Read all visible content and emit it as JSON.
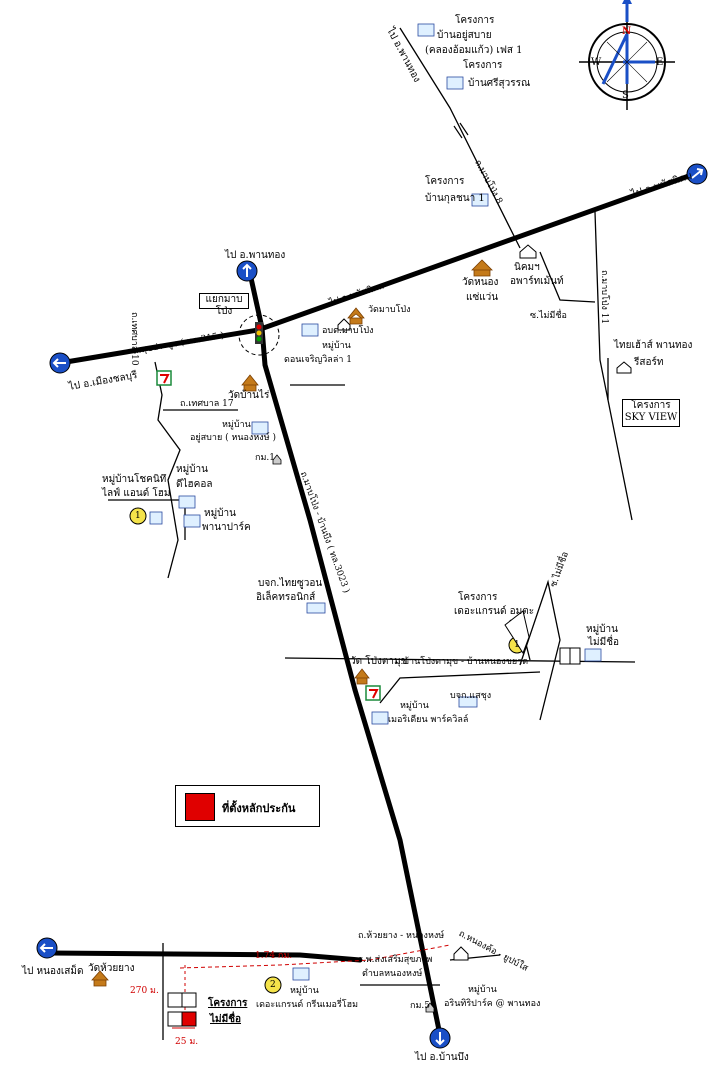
{
  "compass": {
    "n": "N",
    "s": "S",
    "e": "E",
    "w": "W"
  },
  "routes": {
    "to_phan_thong_top": "ไป อ.พานทอง",
    "to_phanat_nikhom": "ไป อ.พนัสนิคม",
    "to_mueang_chonburi": "ไป อ.เมืองชลบุรี",
    "to_ban_bueng": "ไป อ.บ้านบึง",
    "to_nong_saep": "ไป หนองเสม็ด",
    "to_phan_thong_left": "ไป อ.พานทอง"
  },
  "roads": {
    "mab_pong_8": "ถ.มาบโป่ง 8",
    "phanat_nikhom_road": "ไป อ.พนัสนิคม",
    "sukhaprayoon": "ถ.สุขประยูร ( ทล.315 )",
    "thetsaban10": "ถ.เทศบาล 10",
    "thetsaban17": "ถ.เทศบาล 17",
    "mab_pong_11": "ถ.มาบโป่ง 11",
    "mab_pong_ban_bueng": "ถ.มาบโป่ง - บ้านบึง ( ทล.3023 )",
    "soi_no_name_right": "ซ.ไม่มีชื่อ",
    "soi_no_name_mid": "ซ.ไม่มีชื่อ",
    "ban_pong_ngam": "ถ.บ้านโป่งตามุข - บ้านหนองขยาด",
    "huai_yang_nong_hong": "ถ.ห้วยยาง - หนองหงษ์",
    "ban_nong_khae": "ถ.หนองค้อ - ยูปบ์ใส"
  },
  "places": {
    "proj_ban_yu_sabai": "โครงการ",
    "proj_ban_yu_sabai2": "บ้านอยู่สบาย",
    "proj_ban_yu_sabai3": "(คลองอ้อมแก้ว) เฟส 1",
    "proj_sri_suwan": "โครงการ",
    "proj_sri_suwan2": "บ้านศรีสุวรรณ",
    "proj_kunchana": "โครงการ",
    "proj_kunchana2": "บ้านกุลชนา 1",
    "wat_nong_khae": "วัดหนอง",
    "wat_nong_khae2": "แซ่แว่น",
    "nikhom": "นิคมฯ",
    "nikhom2": "อพาร์ทเม้นท์",
    "yaek_mab_pong": "แยกมาบโป่ง",
    "wat_mab_pong": "วัดมาบโป่ง",
    "school_mab_pong": "อบต.มาบโป่ง",
    "village_don_charoen": "หมู่บ้าน",
    "village_don_charoen2": "ดอนเจริญวิลล่า 1",
    "wat_ban_rai": "วัดบ้านไร่",
    "village_yu_sabai": "หมู่บ้าน",
    "village_yu_sabai2": "อยู่สบาย ( หนองหงษ์ )",
    "km1": "กม.1",
    "village_chaiyo": "หมู่บ้านโชคนิทึ",
    "village_chaiyo2": "ไลฟ์ แอนด์ โฮม",
    "village_di_hotel": "หมู่บ้าน",
    "village_di_hotel2": "ดีไฮคอล",
    "village_phana": "หมู่บ้าน",
    "village_phana2": "พานาปาร์ค",
    "thai_resort": "ไทยเฮ้าส์ พานทอง",
    "thai_resort2": "รีสอร์ท",
    "sky_view": "โครงการ",
    "sky_view2": "SKY VIEW",
    "thai_auto": "บจก.ไทยซูวอน",
    "thai_auto2": "อิเล็คทรอนิกส์",
    "grand_emerald": "โครงการ",
    "grand_emerald2": "เดอะแกรนด์ อมตะ",
    "village_no_name": "หมู่บ้าน",
    "village_no_name2": "ไม่มีชื่อ",
    "wat_pong_tamu": "วัด โป่งตามุข",
    "bjk_saesung": "บจก.แสชุง",
    "village_merit": "หมู่บ้าน",
    "village_merit2": "เมอริเดียน พาร์ควิลล์",
    "wat_huai_yang": "วัดห้วยยาง",
    "village_grand_green": "หมู่บ้าน",
    "village_grand_green2": "เดอะแกรนด์ กรีนเมอรี่โฮม",
    "hospital": "ร.พ.ส่งเสริมสุขภาพ",
    "hospital2": "ตำบลหนองหงษ์",
    "km5": "กม.5",
    "village_arin": "หมู่บ้าน",
    "village_arin2": "อรินทิริปาร์ค @ พานทอง",
    "proj_no_name": "โครงการ",
    "proj_no_name2": "ไม่มีชื่อ"
  },
  "markers": {
    "one_a": "1",
    "one_b": "1",
    "two": "2"
  },
  "distances": {
    "d174": "1.74 กม.",
    "d270": "270 ม.",
    "d25": "25 ม."
  },
  "legend": {
    "label": "ที่ตั้งหลักประกัน",
    "color": "#e00000"
  },
  "colors": {
    "route_circle": "#1a4fc6",
    "accent_red": "#d00000",
    "seven_green": "#1a8a3a"
  }
}
